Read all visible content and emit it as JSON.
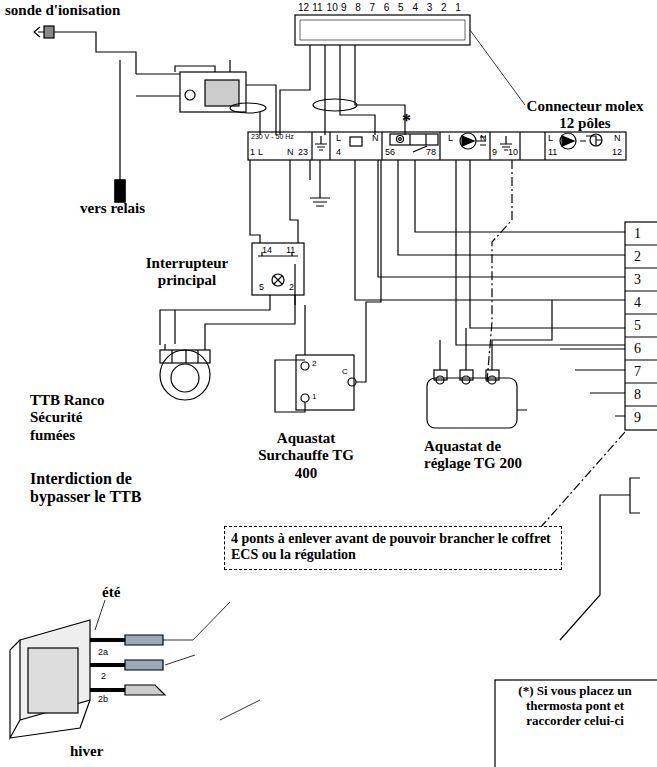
{
  "diagram": {
    "nodes": [
      {
        "text": [
          "Connecteur molex 12 pôles"
        ]
      },
      {
        "text": [
          "Interrupteur principal"
        ]
      },
      {
        "text": [
          "TTB Ranco Sécurité fumées"
        ]
      },
      {
        "text": [
          "Aquastat Surchauffe TG 400"
        ]
      },
      {
        "text": [
          "Aquastat de réglage TG 200"
        ]
      },
      {
        "text": [
          "4 ponts à enlever avant de pouvoir brancher le coffret ECS ou la régulation"
        ]
      },
      {
        "text": [
          "(*) Si vous placez un thermosta pont et raccorder celui-ci"
        ]
      }
    ],
    "labels": [
      "sonde d'ionisation",
      "vers relais",
      "12",
      "11",
      "10",
      "9",
      "8",
      "7",
      "6",
      "5",
      "4",
      "3",
      "2",
      "1",
      "*",
      "230 V - 50 Hz",
      "1",
      "L",
      "N",
      "23",
      "L",
      "4",
      "N",
      "56",
      "78",
      "L",
      "N",
      "9",
      "10",
      "L",
      "11",
      "N",
      "12",
      "1",
      "2",
      "3",
      "4",
      "5",
      "6",
      "7",
      "8",
      "9",
      "14",
      "11",
      "5",
      "2",
      "Interdiction de bypasser le TTB",
      "2",
      "1",
      "C",
      "été",
      "2a",
      "2",
      "2b",
      "hiver"
    ]
  }
}
